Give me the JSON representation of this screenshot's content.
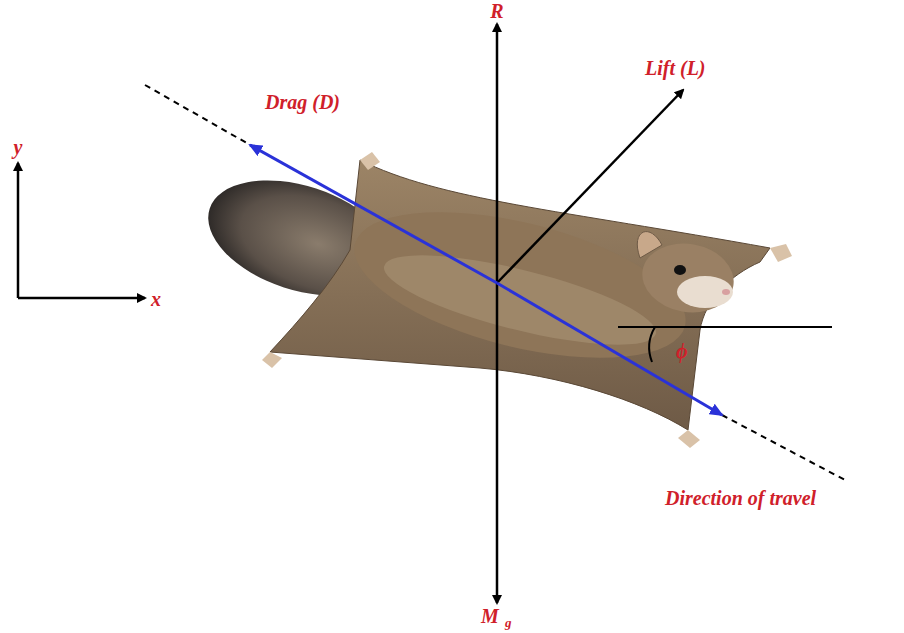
{
  "diagram": {
    "labels": [
      "R",
      "Lift (L)",
      "Drag (D)",
      "y",
      "x",
      "ϕ",
      "Direction of travel",
      "M",
      "g"
    ]
  }
}
